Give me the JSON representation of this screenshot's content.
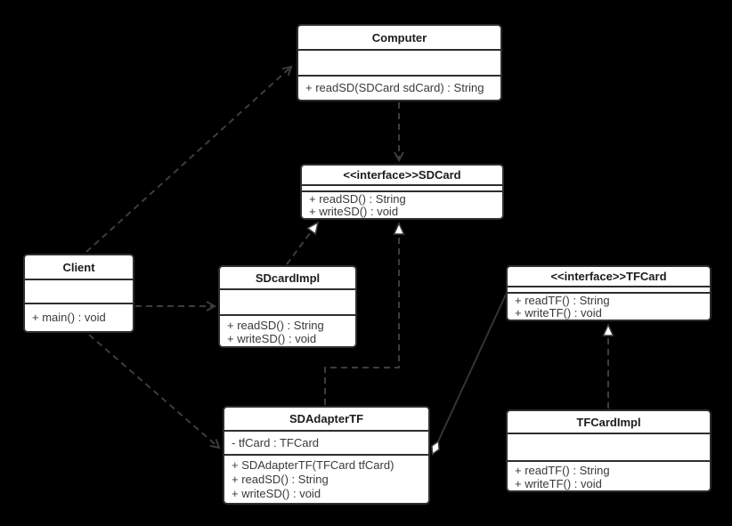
{
  "diagram": {
    "type": "uml-class-diagram",
    "colors": {
      "background": "#000000",
      "box_fill": "#ffffff",
      "box_border": "#2e2e2e",
      "line_color": "#3d3d3d",
      "title_text": "#1c1c1c",
      "member_text": "#3a3a3a"
    },
    "classes": {
      "computer": {
        "title": "Computer",
        "attributes": [],
        "methods": [
          "+ readSD(SDCard sdCard) : String"
        ]
      },
      "sdcard": {
        "title": "<<interface>>SDCard",
        "attributes": [],
        "methods": [
          "+ readSD() : String",
          "+ writeSD() : void"
        ]
      },
      "client": {
        "title": "Client",
        "attributes": [],
        "methods": [
          "+ main() : void"
        ]
      },
      "sdcardimpl": {
        "title": "SDcardImpl",
        "attributes": [],
        "methods": [
          "+ readSD() : String",
          "+ writeSD() : void"
        ]
      },
      "tfcard": {
        "title": "<<interface>>TFCard",
        "attributes": [],
        "methods": [
          "+ readTF() : String",
          "+ writeTF() : void"
        ]
      },
      "sdadaptertf": {
        "title": "SDAdapterTF",
        "attributes": [
          "- tfCard : TFCard"
        ],
        "methods": [
          "+ SDAdapterTF(TFCard tfCard)",
          "+ readSD() : String",
          "+ writeSD() : void"
        ]
      },
      "tfcardimpl": {
        "title": "TFCardImpl",
        "attributes": [],
        "methods": [
          "+ readTF() : String",
          "+ writeTF() : void"
        ]
      }
    },
    "relationships": [
      {
        "from": "Client",
        "to": "Computer",
        "type": "dependency-dashed-open-arrow"
      },
      {
        "from": "Computer",
        "to": "SDCard",
        "type": "dependency-dashed-open-arrow"
      },
      {
        "from": "Client",
        "to": "SDcardImpl",
        "type": "dependency-dashed-open-arrow"
      },
      {
        "from": "Client",
        "to": "SDAdapterTF",
        "type": "dependency-dashed-open-arrow"
      },
      {
        "from": "SDcardImpl",
        "to": "SDCard",
        "type": "realization-dashed-hollow-triangle"
      },
      {
        "from": "SDAdapterTF",
        "to": "SDCard",
        "type": "realization-dashed-hollow-triangle"
      },
      {
        "from": "TFCardImpl",
        "to": "TFCard",
        "type": "realization-dashed-hollow-triangle"
      },
      {
        "from": "SDAdapterTF",
        "to": "TFCard",
        "type": "aggregation-solid-hollow-diamond"
      }
    ]
  }
}
